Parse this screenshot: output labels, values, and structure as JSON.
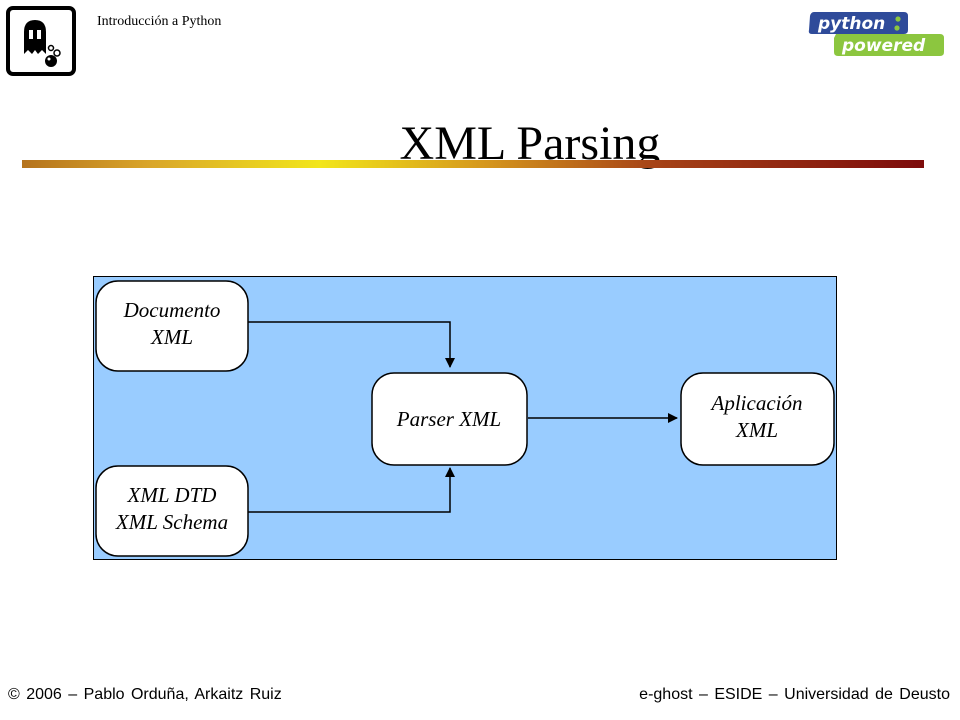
{
  "header": {
    "course_title": "Introducción a Python",
    "logo_left_icon": "ghost-logo-icon",
    "logo_right": {
      "line1": "python",
      "line2": "powered",
      "icon": "python-powered-logo-icon"
    }
  },
  "slide": {
    "title": "XML Parsing"
  },
  "diagram": {
    "background_color": "#99ccff",
    "nodes": {
      "documento": {
        "line1": "Documento",
        "line2": "XML"
      },
      "dtd": {
        "line1": "XML DTD",
        "line2": "XML Schema"
      },
      "parser": {
        "line1": "Parser XML"
      },
      "aplicacion": {
        "line1": "Aplicación",
        "line2": "XML"
      }
    }
  },
  "footer": {
    "left": "© 2006 – Pablo Orduña, Arkaitz Ruiz",
    "right": "e-ghost – ESIDE – Universidad de Deusto"
  },
  "colors": {
    "python_blue": "#2f4b9a",
    "python_green": "#8cc63f"
  }
}
